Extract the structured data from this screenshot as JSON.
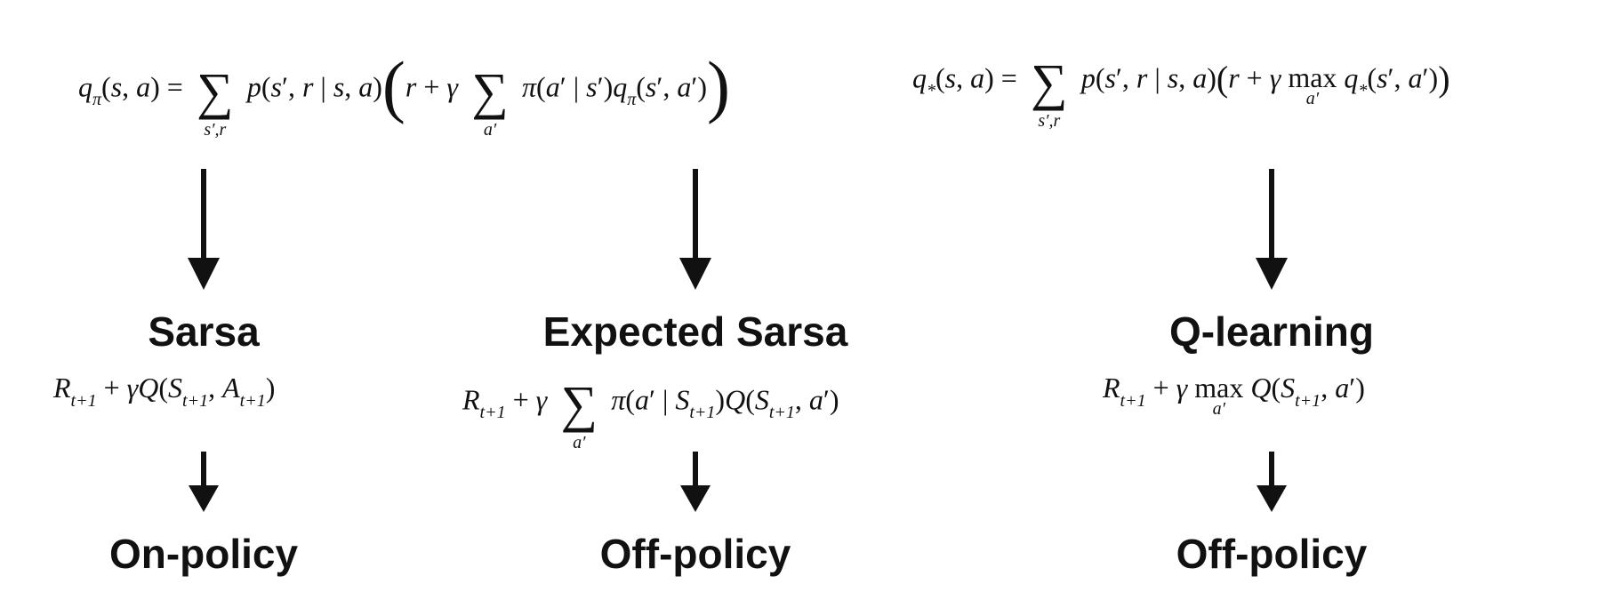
{
  "headings": {
    "sarsa": "Sarsa",
    "expected_sarsa": "Expected Sarsa",
    "q_learning": "Q-learning"
  },
  "policy_labels": {
    "sarsa": "On-policy",
    "expected_sarsa": "Off-policy",
    "q_learning": "Off-policy"
  },
  "colors": {
    "text": "#111111",
    "background": "#ffffff"
  }
}
